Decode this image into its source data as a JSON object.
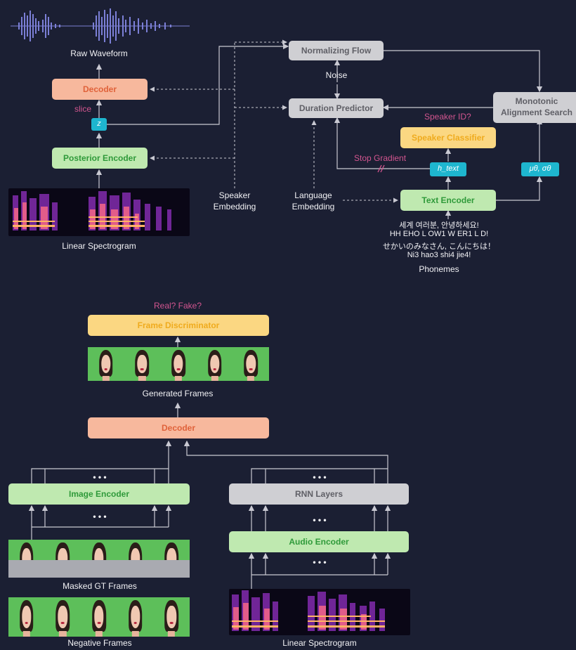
{
  "colors": {
    "background": "#1b1f33",
    "orange_box": "#f7b89d",
    "green_box": "#bfe9b0",
    "gray_box": "#cfcfd3",
    "yellow_box": "#fbd782",
    "cyan_tag": "#1eb6cf",
    "pink_text": "#d2558f"
  },
  "top": {
    "raw_waveform": "Raw Waveform",
    "decoder": "Decoder",
    "slice": "slice",
    "z": "z",
    "posterior_encoder": "Posterior Encoder",
    "linear_spectrogram": "Linear Spectrogram",
    "speaker_embedding": "Speaker\nEmbedding",
    "language_embedding": "Language\nEmbedding",
    "normalizing_flow": "Normalizing Flow",
    "noise": "Noise",
    "duration_predictor": "Duration Predictor",
    "monotonic_alignment_search": "Monotonic\nAlignment Search",
    "speaker_id": "Speaker ID?",
    "speaker_classifier": "Speaker Classifier",
    "stop_gradient": "Stop Gradient",
    "h_text": "h_text",
    "mu_sigma": "μθ, σθ",
    "text_encoder": "Text Encoder",
    "phoneme_lines": [
      "세계 여러분, 안녕하세요!",
      "HH EHO L OW1 W ER1 L D!",
      "せかいのみなさん, こんにちは！",
      "Ni3 hao3 shi4 jie4!"
    ],
    "phonemes": "Phonemes"
  },
  "bottom": {
    "real_fake": "Real? Fake?",
    "frame_discriminator": "Frame Discriminator",
    "generated_frames": "Generated Frames",
    "decoder": "Decoder",
    "image_encoder": "Image Encoder",
    "rnn_layers": "RNN Layers",
    "audio_encoder": "Audio Encoder",
    "masked_gt_frames": "Masked GT Frames",
    "negative_frames": "Negative Frames",
    "linear_spectrogram": "Linear Spectrogram",
    "ellipsis": "• • •"
  }
}
